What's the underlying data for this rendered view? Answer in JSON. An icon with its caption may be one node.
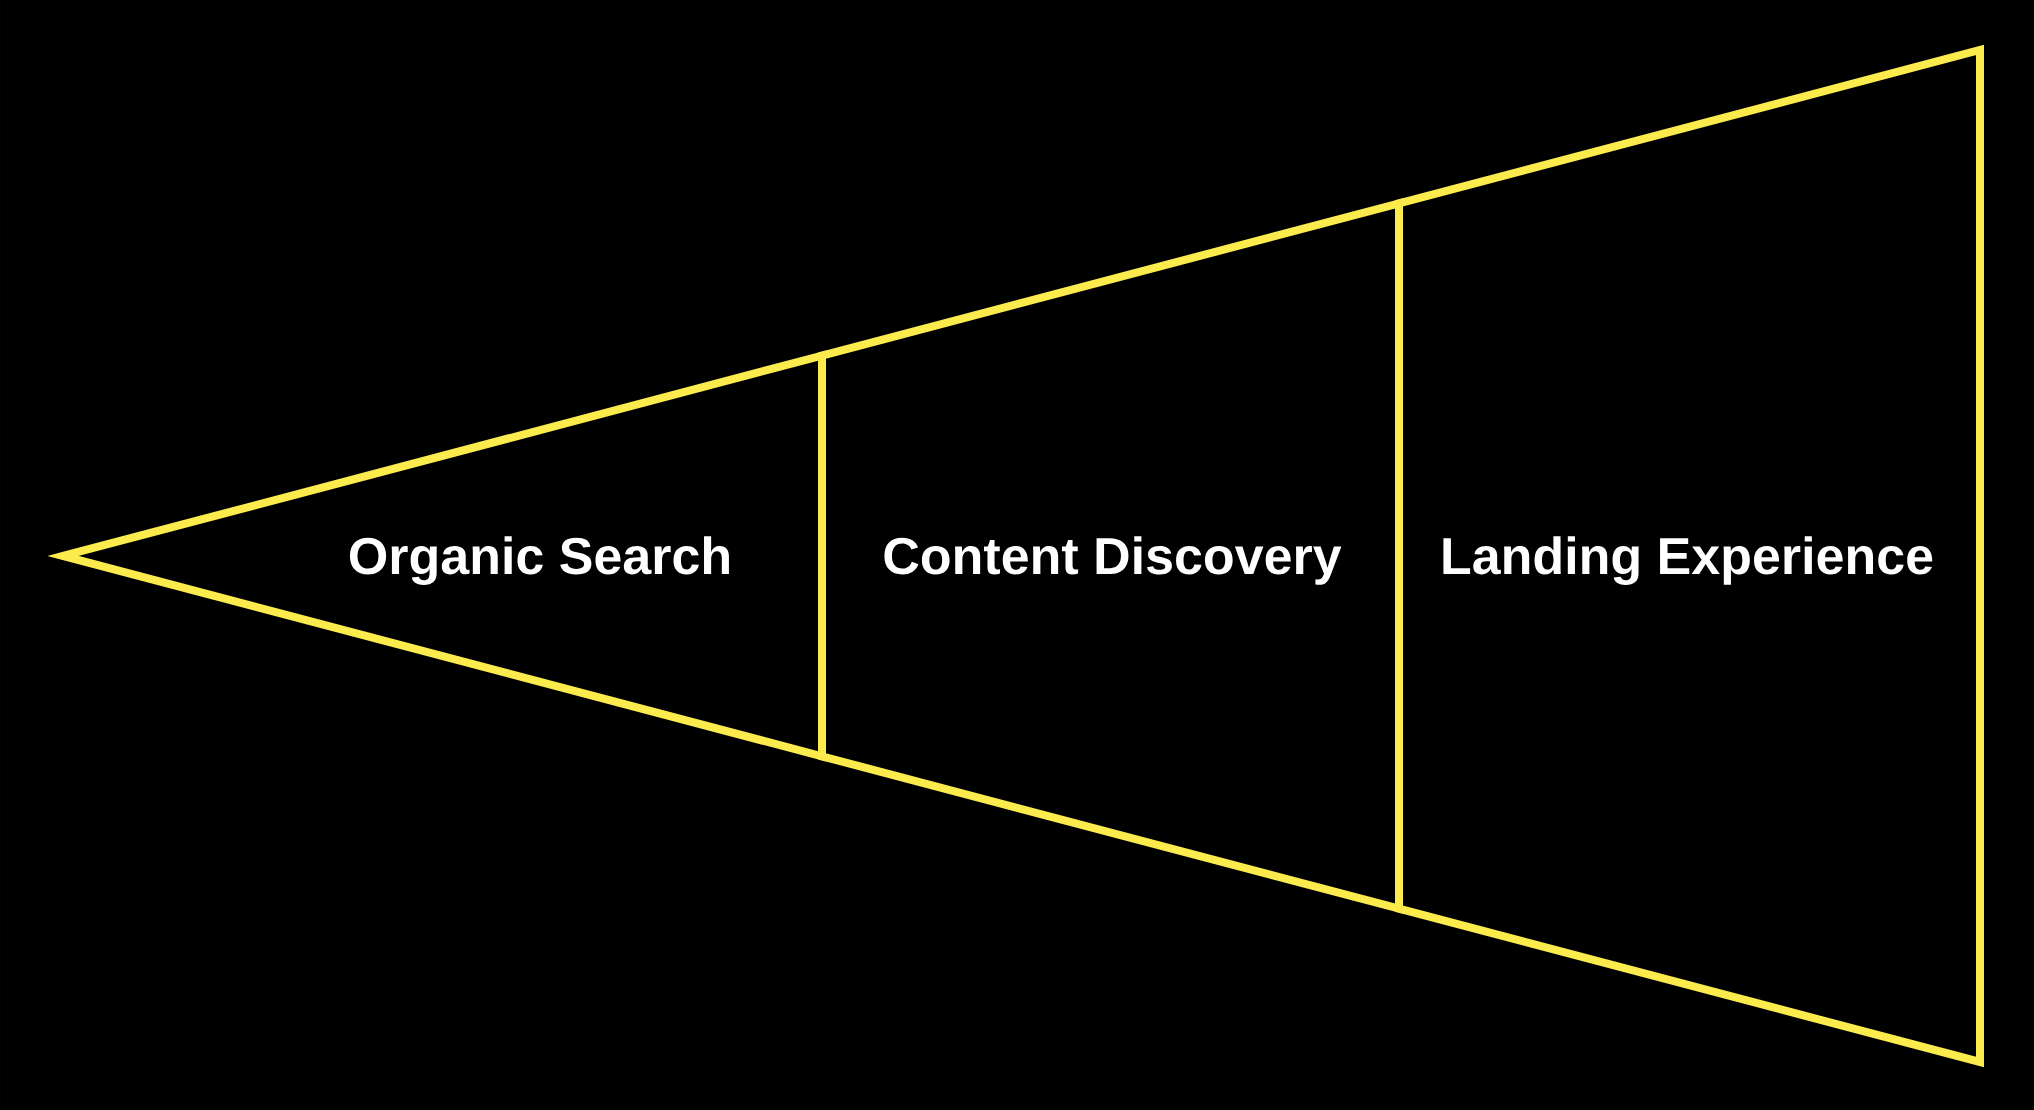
{
  "diagram": {
    "nodes": [
      {
        "text": [
          "Organic Search"
        ]
      },
      {
        "text": [
          "Content Discovery"
        ]
      },
      {
        "text": [
          "Landing Experience"
        ]
      }
    ]
  }
}
